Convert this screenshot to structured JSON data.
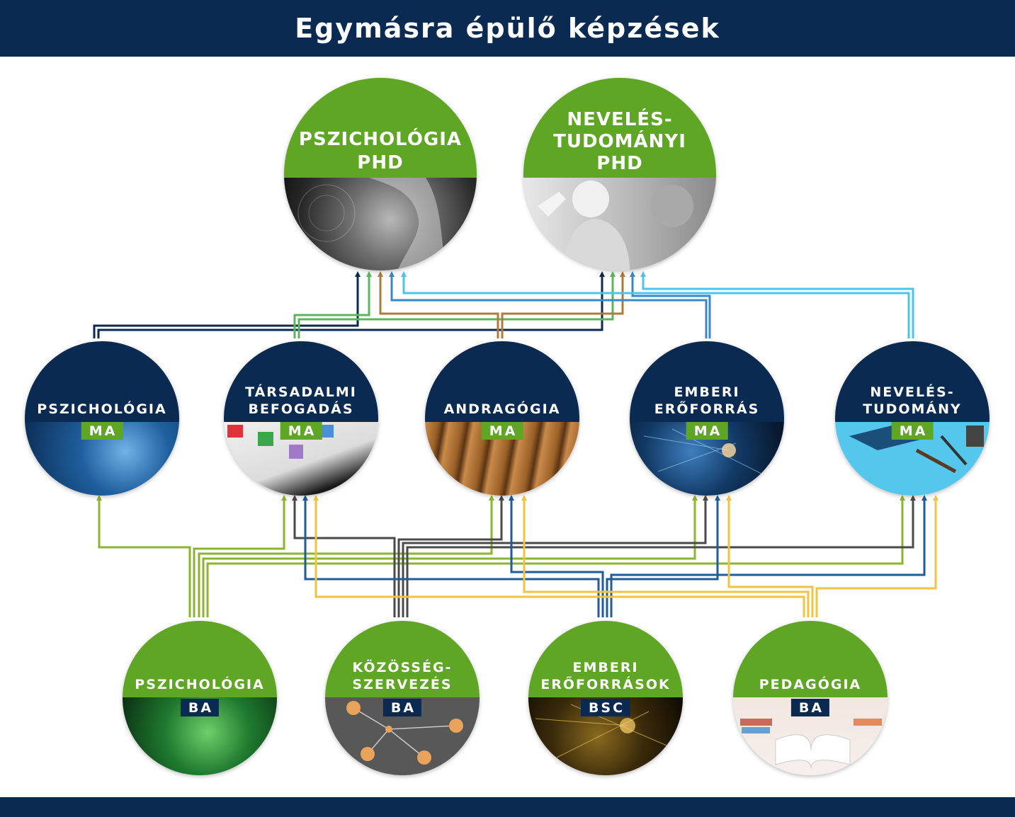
{
  "header": {
    "title": "Egymásra épülő képzések"
  },
  "phd": [
    {
      "title": "PSZICHOLÓGIA\nPHD",
      "image": "brain-face-icon"
    },
    {
      "title": "NEVELÉS-\nTUDOMÁNYI\nPHD",
      "image": "child-classroom-icon"
    }
  ],
  "ma": [
    {
      "title": "PSZICHOLÓGIA",
      "badge": "MA",
      "image": "blue-brain-icon"
    },
    {
      "title": "TÁRSADALMI\nBEFOGADÁS",
      "badge": "MA",
      "image": "puzzle-icon"
    },
    {
      "title": "ANDRAGÓGIA",
      "badge": "MA",
      "image": "lecture-seats-icon"
    },
    {
      "title": "EMBERI\nERŐFORRÁS",
      "badge": "MA",
      "image": "network-people-icon"
    },
    {
      "title": "NEVELÉS-\nTUDOMÁNY",
      "badge": "MA",
      "image": "graduation-cap-icon"
    }
  ],
  "ba": [
    {
      "title": "PSZICHOLÓGIA",
      "badge": "BA",
      "image": "green-head-icon"
    },
    {
      "title": "KÖZÖSSÉG-\nSZERVEZÉS",
      "badge": "BA",
      "image": "community-network-icon"
    },
    {
      "title": "EMBERI\nERŐFORRÁSOK",
      "badge": "BSC",
      "image": "digital-people-icon"
    },
    {
      "title": "PEDAGÓGIA",
      "badge": "BA",
      "image": "open-book-icon"
    }
  ],
  "colors": {
    "navy": "#0b2a52",
    "green": "#5fa624",
    "line_olive": "#8bb52f",
    "line_gray": "#4a4a4a",
    "line_blue": "#1f5c99",
    "line_yellow": "#f2c243",
    "line_navy": "#0b2a52",
    "line_lightgreen": "#5cb55c",
    "line_brown": "#b07a3a",
    "line_midblue": "#3a86c8",
    "line_cyan": "#4fc3ea"
  }
}
